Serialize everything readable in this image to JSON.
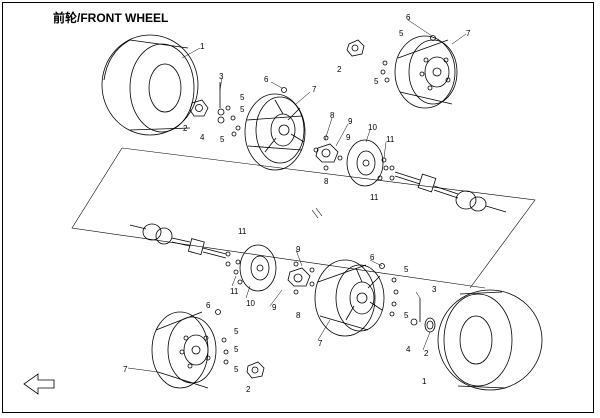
{
  "title": "前轮/FRONT WHEEL",
  "callouts": {
    "c1": "1",
    "c2": "2",
    "c3": "3",
    "c4": "4",
    "c5": "5",
    "c6": "6",
    "c7": "7",
    "c8": "8",
    "c9": "9",
    "c10": "10",
    "c11": "11"
  },
  "icons": {
    "front_arrow": "front-direction-arrow-icon"
  }
}
